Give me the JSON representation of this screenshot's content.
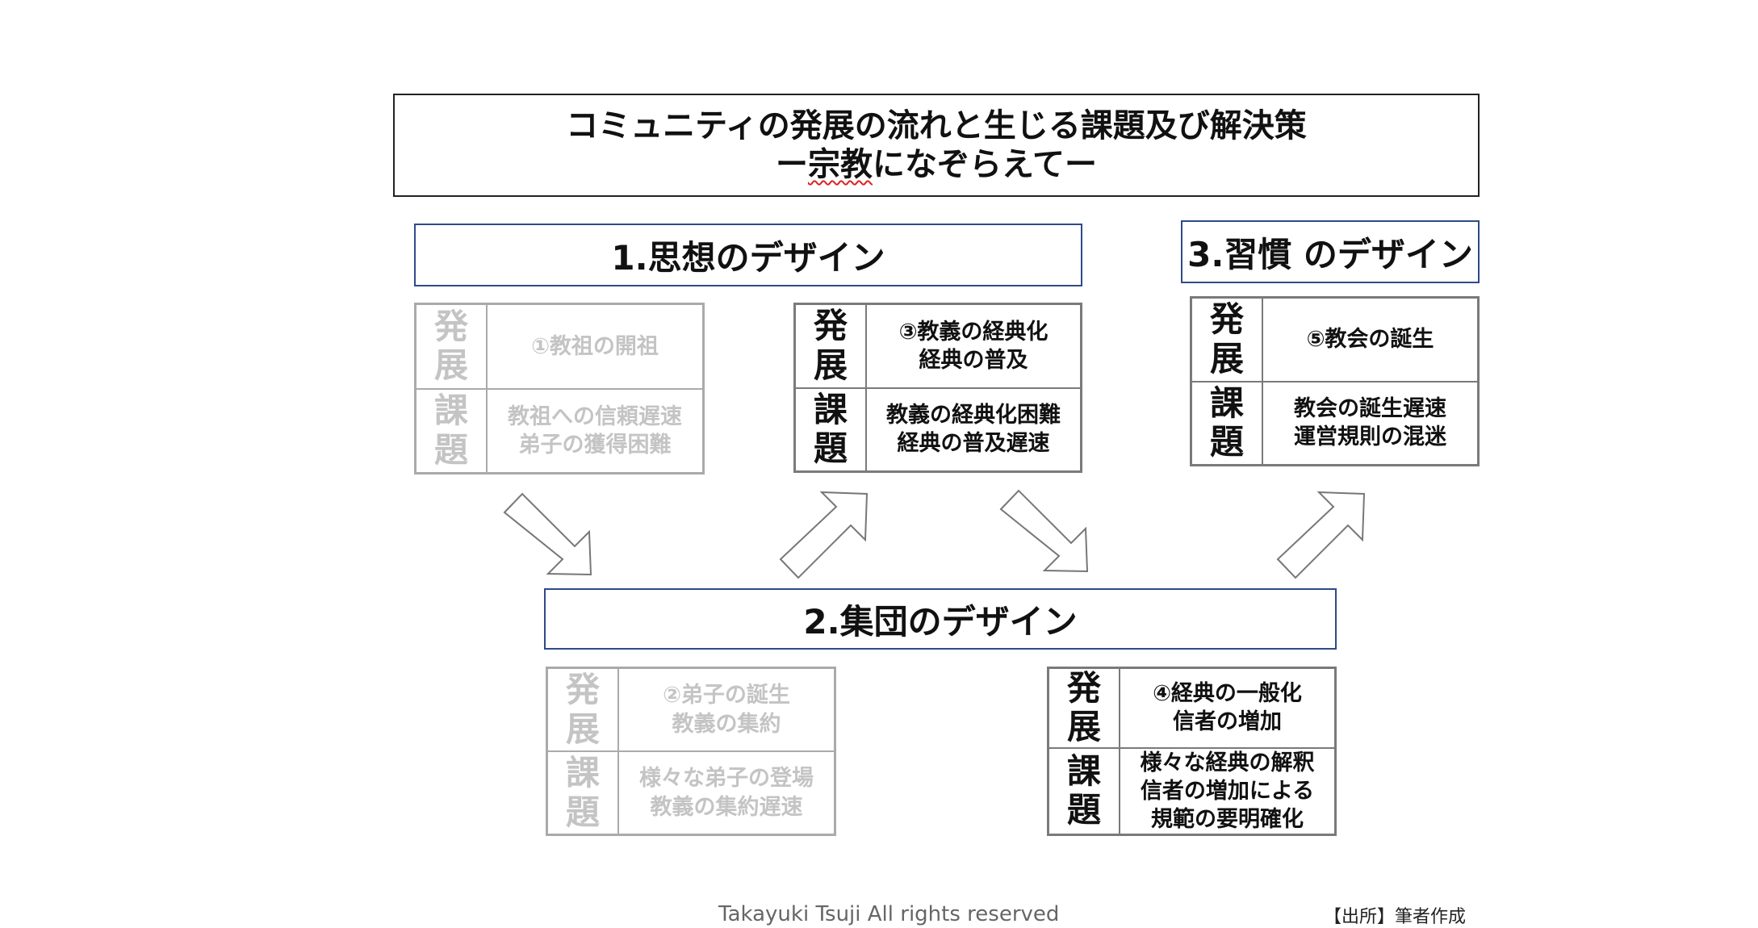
{
  "title": {
    "line1": "コミュニティの発展の流れと生じる課題及び解決策",
    "line2_prefix": "ー",
    "line2_marked": "宗教",
    "line2_rest": "になぞらえてー"
  },
  "phases": {
    "p1": "1.思想のデザイン",
    "p2": "2.集団のデザイン",
    "p3": "3.習慣 のデザイン"
  },
  "labels": {
    "dev_1": "発",
    "dev_2": "展",
    "issue_1": "課",
    "issue_2": "題"
  },
  "cards": [
    {
      "development": "①教祖の開祖",
      "issue": "教祖への信頼遅速\n弟子の獲得困難",
      "faded": true
    },
    {
      "development": "②弟子の誕生\n教義の集約",
      "issue": "様々な弟子の登場\n教義の集約遅速",
      "faded": true
    },
    {
      "development": "③教義の経典化\n経典の普及",
      "issue": "教義の経典化困難\n経典の普及遅速",
      "faded": false
    },
    {
      "development": "④経典の一般化\n信者の増加",
      "issue": "様々な経典の解釈\n信者の増加による\n規範の要明確化",
      "faded": false
    },
    {
      "development": "⑤教会の誕生",
      "issue": "教会の誕生遅速\n運営規則の混迷",
      "faded": false
    }
  ],
  "footer": "Takayuki Tsuji  All rights reserved",
  "source": "【出所】筆者作成"
}
